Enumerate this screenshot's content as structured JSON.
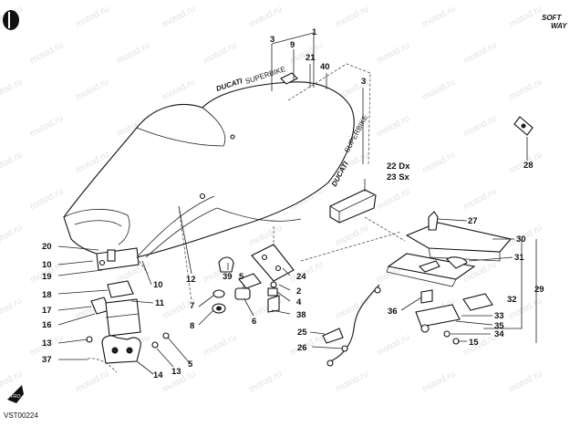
{
  "brand": {
    "top_text": "SOFT",
    "bottom_text": "WAY"
  },
  "drawing_code": "VST00224",
  "seat_logo_text": "DUCATI",
  "seat_model_text": "SUPERBIKE",
  "watermark_text": "motod.ru",
  "callouts": [
    "1",
    "2",
    "3",
    "4",
    "5",
    "6",
    "7",
    "8",
    "9",
    "10",
    "11",
    "12",
    "13",
    "14",
    "15",
    "16",
    "17",
    "18",
    "19",
    "20",
    "21",
    "22 Dx",
    "23 Sx",
    "24",
    "25",
    "26",
    "27",
    "28",
    "29",
    "30",
    "31",
    "32",
    "33",
    "34",
    "35",
    "36",
    "37",
    "38",
    "39",
    "40"
  ],
  "colors": {
    "ink": "#111111",
    "watermark": "#e2e2e2",
    "background": "#ffffff"
  }
}
